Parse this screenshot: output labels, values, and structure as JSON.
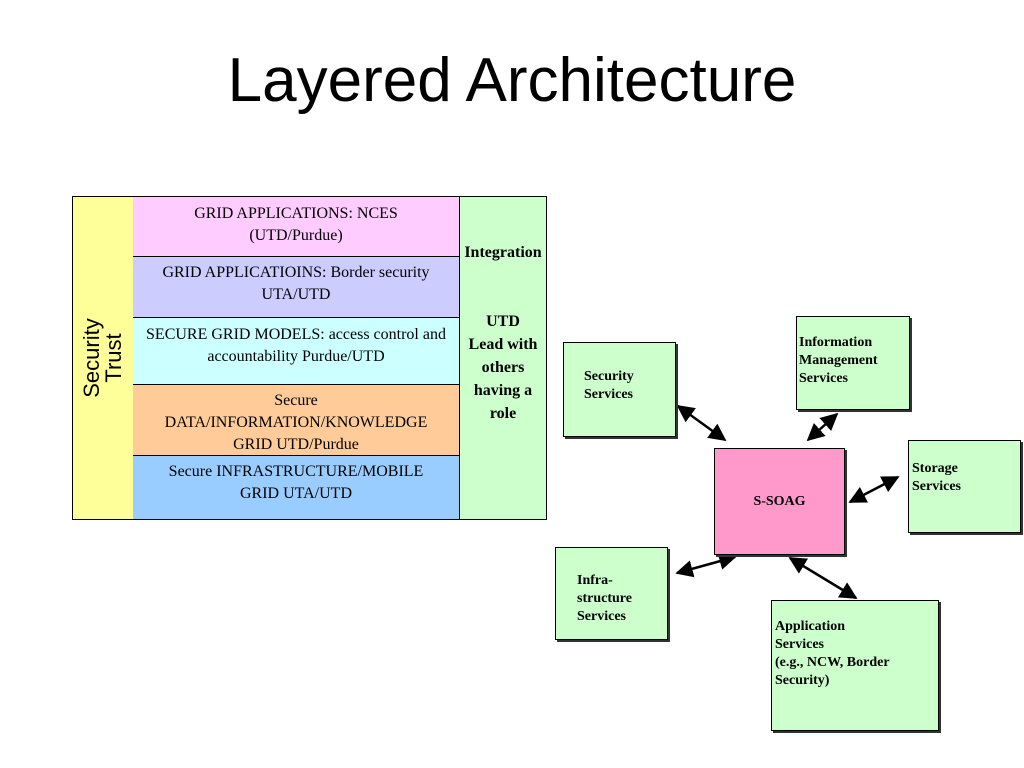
{
  "title": "Layered Architecture",
  "stack": {
    "left_column": {
      "line1": "Security",
      "line2": "Trust",
      "color": "#ffff99"
    },
    "right_column": {
      "header": "Integration",
      "body": [
        "UTD",
        "Lead with",
        "others",
        "having a",
        "role"
      ],
      "color": "#ccffcc"
    },
    "layers": [
      {
        "lines": [
          "GRID APPLICATIONS: NCES",
          "(UTD/Purdue)"
        ],
        "color": "#ffccff"
      },
      {
        "lines": [
          "GRID APPLICATIOINS: Border security",
          "UTA/UTD"
        ],
        "color": "#ccccff"
      },
      {
        "lines": [
          "SECURE GRID MODELS: access control and",
          "accountability Purdue/UTD"
        ],
        "color": "#ccffff"
      },
      {
        "lines": [
          "Secure",
          "DATA/INFORMATION/KNOWLEDGE",
          "GRID UTD/Purdue"
        ],
        "color": "#ffcc99"
      },
      {
        "lines": [
          "Secure INFRASTRUCTURE/MOBILE",
          "GRID UTA/UTD"
        ],
        "color": "#99ccff"
      }
    ]
  },
  "hub": {
    "label": "S-SOAG",
    "color": "#ff99cc"
  },
  "services": {
    "security": [
      "Security",
      "Services"
    ],
    "information": [
      "Information",
      "Management",
      "Services"
    ],
    "storage": [
      "Storage",
      "Services"
    ],
    "infrastructure": [
      "Infra-",
      "structure",
      "Services"
    ],
    "application": [
      "Application",
      "Services",
      "(e.g., NCW, Border",
      "Security)"
    ],
    "color": "#ccffcc"
  }
}
